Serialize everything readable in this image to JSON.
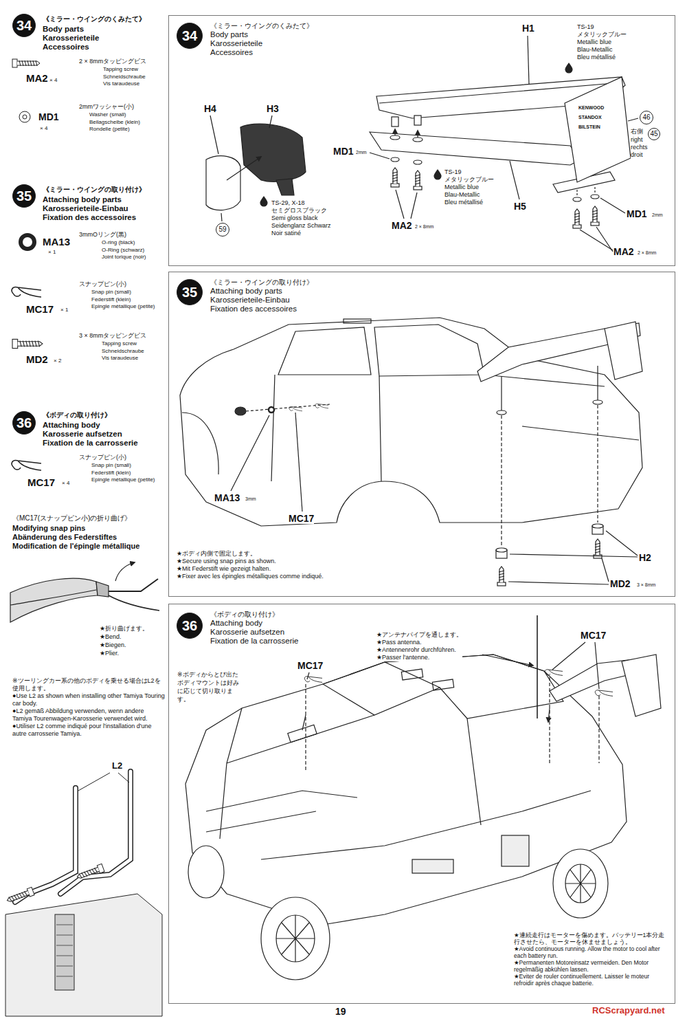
{
  "diagram": {
    "nodes": [
      {
        "text": [
          "34"
        ]
      },
      {
        "text": [
          "35"
        ]
      },
      {
        "text": [
          "36"
        ]
      },
      {
        "text": [
          "《ミラー・ウイングのくみたて》",
          "Body parts",
          "Karosserieteile",
          "Accessoires"
        ]
      },
      {
        "text": [
          "34"
        ],
        "in": 3
      },
      {
        "text": [
          "59"
        ],
        "in": 3
      },
      {
        "text": [
          "46"
        ],
        "in": 3
      },
      {
        "text": [
          "45"
        ],
        "in": 3
      },
      {
        "text": [
          "《ミラー・ウイングの取り付け》",
          "Attaching body parts",
          "Karosserieteile-Einbau",
          "Fixation des accessoires"
        ]
      },
      {
        "text": [
          "35"
        ],
        "in": 8
      },
      {
        "text": [
          "《ボディの取り付け》",
          "Attaching body",
          "Karosserie aufsetzen",
          "Fixation de la carrosserie"
        ]
      },
      {
        "text": [
          "36"
        ],
        "in": 10
      }
    ],
    "labels": [
      "《ミラー・ウイングのくみたて》",
      "Body parts",
      "Karosserieteile",
      "Accessoires",
      "2 × 8mmタッピングビス",
      "Tapping screw",
      "Schneidschraube",
      "Vis taraudeuse",
      "MA2",
      "× 4",
      "2mmワッシャー(小)",
      "Washer (small)",
      "Beilagscheibe (klein)",
      "Rondelle (petite)",
      "MD1",
      "× 4",
      "《ミラー・ウイングの取り付け》",
      "Attaching body parts",
      "Karosserieteile-Einbau",
      "Fixation des accessoires",
      "3mmOリング(黒)",
      "O-ring (black)",
      "O-Ring (schwarz)",
      "Joint torique (noir)",
      "MA13",
      "× 1",
      "スナップピン(小)",
      "Snap pin (small)",
      "Federstift (klein)",
      "Epingle métallique (petite)",
      "MC17",
      "× 1",
      "3 × 8mmタッピングビス",
      "Tapping screw",
      "Schneidschraube",
      "Vis taraudeuse",
      "MD2",
      "× 2",
      "《ボディの取り付け》",
      "Attaching body",
      "Karosserie aufsetzen",
      "Fixation de la carrosserie",
      "スナップピン(小)",
      "Snap pin (small)",
      "Federstift (klein)",
      "Epingle métallique (petite)",
      "MC17",
      "× 4",
      "《MC17(スナップピン小)の折り曲げ》",
      "Modifying snap pins",
      "Abänderung des Federstiftes",
      "Modification de l'épingle métallique",
      "★折り曲げます。",
      "★Bend.",
      "★Biegen.",
      "★Plier.",
      "※ツーリングカー系の他のボディを乗せる場合はL2を使用します。",
      "●Use L2 as shown when installing other Tamiya Touring car body.",
      "●L2 gemäß Abbildung verwenden, wenn andere Tamiya Tourenwagen-Karosserie verwendet wird.",
      "●Utiliser L2 comme indiqué pour l'installation d'une autre carrosserie Tamiya.",
      "L2",
      "H4",
      "H3",
      "TS-29, X-18",
      "セミグロスブラック",
      "Semi gloss black",
      "Seidenglanz Schwarz",
      "Noir satiné",
      "H1",
      "TS-19",
      "メタリックブルー",
      "Metallic blue",
      "Blau-Metallic",
      "Bleu métallisé",
      "KENWOOD",
      "STANDOX",
      "BILSTEIN",
      "右側",
      "right",
      "rechts",
      "droit",
      "MD1",
      "2mm",
      "TS-19",
      "メタリックブルー",
      "Metallic blue",
      "Blau-Metallic",
      "Bleu métallisé",
      "H5",
      "MA2",
      "2 × 8mm",
      "MD1",
      "2mm",
      "MA2",
      "2 × 8mm",
      "MA13",
      "3mm",
      "MC17",
      "H2",
      "MD2",
      "3 × 8mm",
      "★ボディ内側で固定します。",
      "★Secure using snap pins as shown.",
      "★Mit Federstift wie gezeigt halten.",
      "★Fixer avec les épingles métalliques comme indiqué.",
      "★アンテナパイプを通します。",
      "★Pass antenna.",
      "★Antennenrohr durchführen.",
      "★Passer l'antenne.",
      "MC17",
      "MC17",
      "※ボディからとび出たボディマウントは好みに応じて切り取ります。",
      "★連続走行はモーターを傷めます。バッテリー1本分走行させたら、モーターを休ませましょう。",
      "★Avoid continuous running. Allow the motor to cool after each battery run.",
      "★Permanenten Motoreinsatz vermeiden. Den Motor regelmäßig abkühlen lassen.",
      "★Eviter de rouler continuellement. Laisser le moteur refroidir après chaque batterie.",
      "19",
      "RCScrapyard.net"
    ]
  }
}
